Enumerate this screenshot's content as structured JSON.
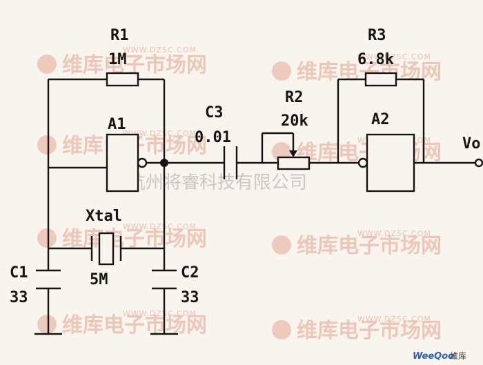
{
  "watermark": {
    "title": "维库电子市场网",
    "url": "WWW.DZSC.COM",
    "company": "杭州将睿科技有限公司",
    "brand": "WeeQoo",
    "brand_cn": "维库"
  },
  "components": {
    "r1": {
      "name": "R1",
      "value": "1M"
    },
    "r2": {
      "name": "R2",
      "value": "20k"
    },
    "r3": {
      "name": "R3",
      "value": "6.8k"
    },
    "c1": {
      "name": "C1",
      "value": "33"
    },
    "c2": {
      "name": "C2",
      "value": "33"
    },
    "c3": {
      "name": "C3",
      "value": "0.01"
    },
    "a1": {
      "name": "A1"
    },
    "a2": {
      "name": "A2"
    },
    "xtal": {
      "name": "Xtal",
      "value": "5M"
    },
    "output": {
      "name": "Vo"
    }
  },
  "colors": {
    "ink": "#141414",
    "watermark": "#e9b8a6",
    "brand": "#2a60c8"
  }
}
